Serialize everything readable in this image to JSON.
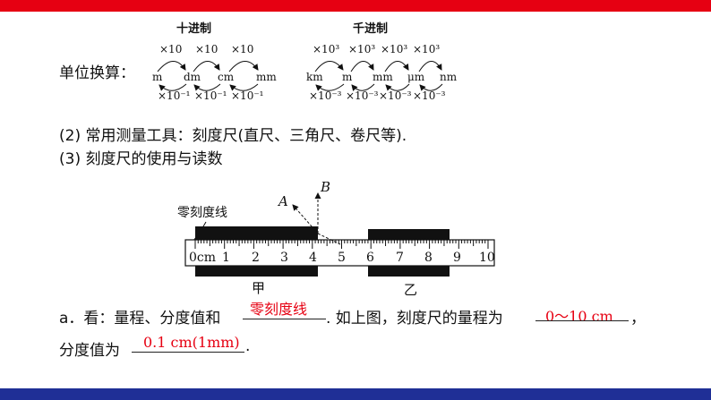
{
  "decimal": {
    "heading": "十进制",
    "up_labels": [
      "×10",
      "×10",
      "×10"
    ],
    "units": [
      "m",
      "dm",
      "cm",
      "mm"
    ],
    "down_labels": [
      "×10⁻¹",
      "×10⁻¹",
      "×10⁻¹"
    ]
  },
  "thousand": {
    "heading": "千进制",
    "up_labels": [
      "×10³",
      "×10³",
      "×10³",
      "×10³"
    ],
    "units": [
      "km",
      "m",
      "mm",
      "μm",
      "nm"
    ],
    "down_labels": [
      "×10⁻³",
      "×10⁻³",
      "×10⁻³",
      "×10⁻³"
    ]
  },
  "unit_conversion_label": "单位换算：",
  "tools_line": "(2) 常用测量工具：刻度尺(直尺、三角尺、卷尺等).",
  "ruler_heading": "(3) 刻度尺的使用与读数",
  "figure": {
    "zero_line_label": "零刻度线",
    "arrow_a": "A",
    "arrow_b": "B",
    "scale_first": "0cm",
    "scale_numbers": [
      "1",
      "2",
      "3",
      "4",
      "5",
      "6",
      "7",
      "8",
      "9",
      "10"
    ],
    "block_jia": "甲",
    "block_yi": "乙"
  },
  "line_a": {
    "prefix": "a．看：量程、分度值和",
    "blank1": "零刻度线",
    "middle": ". 如上图，刻度尺的量程为",
    "blank2": "0～10 cm",
    "end": "，"
  },
  "line_b": {
    "prefix": "分度值为",
    "blank": "0.1 cm(1mm)",
    "end": "."
  },
  "colors": {
    "top_bar": "#e60012",
    "bottom_bar": "#1f2f96",
    "answer": "#e60012"
  }
}
